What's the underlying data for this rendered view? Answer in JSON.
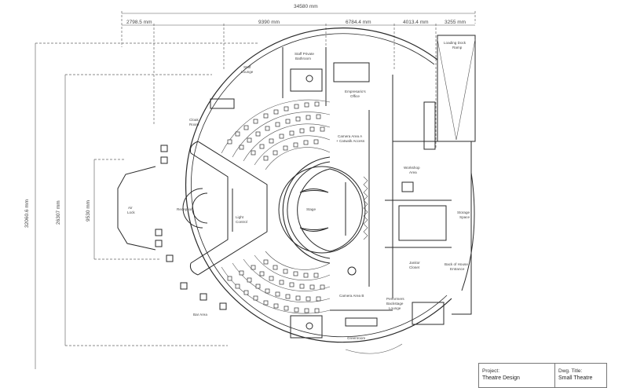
{
  "dimensions": {
    "overall_width": "34580 mm",
    "top_1": "2798.5 mm",
    "top_2": "9390 mm",
    "top_3": "6784.4 mm",
    "top_4": "4013.4 mm",
    "top_5": "3255 mm",
    "left_1": "32060.6 mm",
    "left_2": "26307 mm",
    "left_3": "9530 mm"
  },
  "rooms": {
    "staff_private_bathroom": [
      "Staff Private",
      "Bathroom"
    ],
    "staff_lounge": [
      "Staff",
      "Lounge"
    ],
    "loading_dock": [
      "Loading Dock",
      "Ramp"
    ],
    "impresario_office": [
      "Empresario's",
      "Office"
    ],
    "cloak_room": [
      "Cloak",
      "Room"
    ],
    "camera_area_a": [
      "Camera Area A",
      "+ Catwalk Access"
    ],
    "workshop": [
      "Workshop",
      "Area"
    ],
    "air_lock": [
      "Air",
      "Lock"
    ],
    "reception": [
      "Reception"
    ],
    "light_control": [
      "Light",
      "Control"
    ],
    "stage": [
      "Stage"
    ],
    "storage_space": [
      "Storage",
      "Space"
    ],
    "janitor_closet": [
      "Janitor",
      "Closet"
    ],
    "back_of_house": [
      "Back of House",
      "Entrance"
    ],
    "camera_area_b": [
      "Camera Area B"
    ],
    "performers_lounge": [
      "Performers",
      "Backstage",
      "Lounge"
    ],
    "bar_area": [
      "Bar Area"
    ],
    "greenroom": [
      "Greenroom"
    ]
  },
  "title_block": {
    "project_label": "Project:",
    "project_value": "Theatre Design",
    "dwg_label": "Dwg. Title:",
    "dwg_value": "Small Theatre"
  }
}
